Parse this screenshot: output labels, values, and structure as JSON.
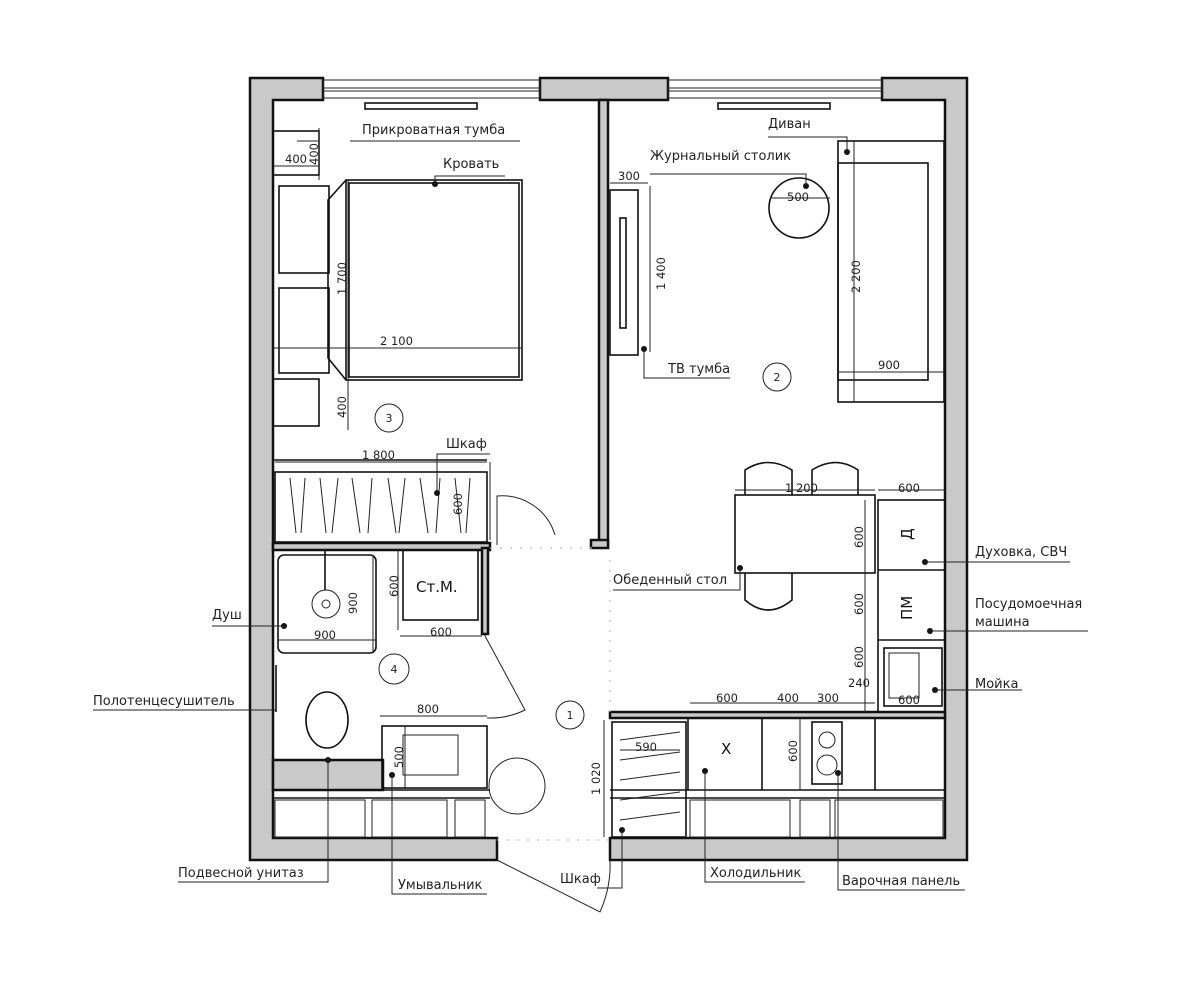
{
  "labels": {
    "bedside_table": "Прикроватная тумба",
    "bed": "Кровать",
    "coffee_table": "Журнальный столик",
    "sofa": "Диван",
    "tv_stand": "ТВ тумба",
    "wardrobe_bedroom": "Шкаф",
    "shower": "Душ",
    "washer": "Ст.М.",
    "dining_table": "Обеденный стол",
    "oven": "Духовка, СВЧ",
    "dishwasher_1": "Посудомоечная",
    "dishwasher_2": "машина",
    "sink": "Мойка",
    "towel_dryer": "Полотенцесушитель",
    "toilet": "Подвесной унитаз",
    "washbasin": "Умывальник",
    "wardrobe_hall": "Шкаф",
    "fridge": "Холодильник",
    "hob": "Варочная панель"
  },
  "appliance_marks": {
    "oven": "Д",
    "dishwasher": "ПМ",
    "fridge": "Х"
  },
  "rooms": [
    "1",
    "2",
    "3",
    "4"
  ],
  "dims": {
    "bedside_w": "400",
    "bedside_d": "400",
    "bed_w": "1 700",
    "bed_l": "2 100",
    "bed_gap": "400",
    "wardrobe_l": "1 800",
    "wardrobe_d": "600",
    "tv_d": "300",
    "tv_l": "1 400",
    "coffee_d": "500",
    "sofa_l": "2 200",
    "sofa_d": "900",
    "table_l": "1 200",
    "kitchen_d": "600",
    "oven_h": "600",
    "dw_h": "600",
    "sink_h": "600",
    "gap_240": "240",
    "sink_w": "600",
    "fridge_w": "600",
    "gap_400": "400",
    "hob_w": "300",
    "fridge_d": "600",
    "hall_wardrobe_d": "590",
    "hall_wardrobe_l": "1 020",
    "basin_w": "800",
    "basin_d": "500",
    "washer_w": "600",
    "washer_d": "600",
    "shower_h": "900",
    "shower_w": "900"
  }
}
